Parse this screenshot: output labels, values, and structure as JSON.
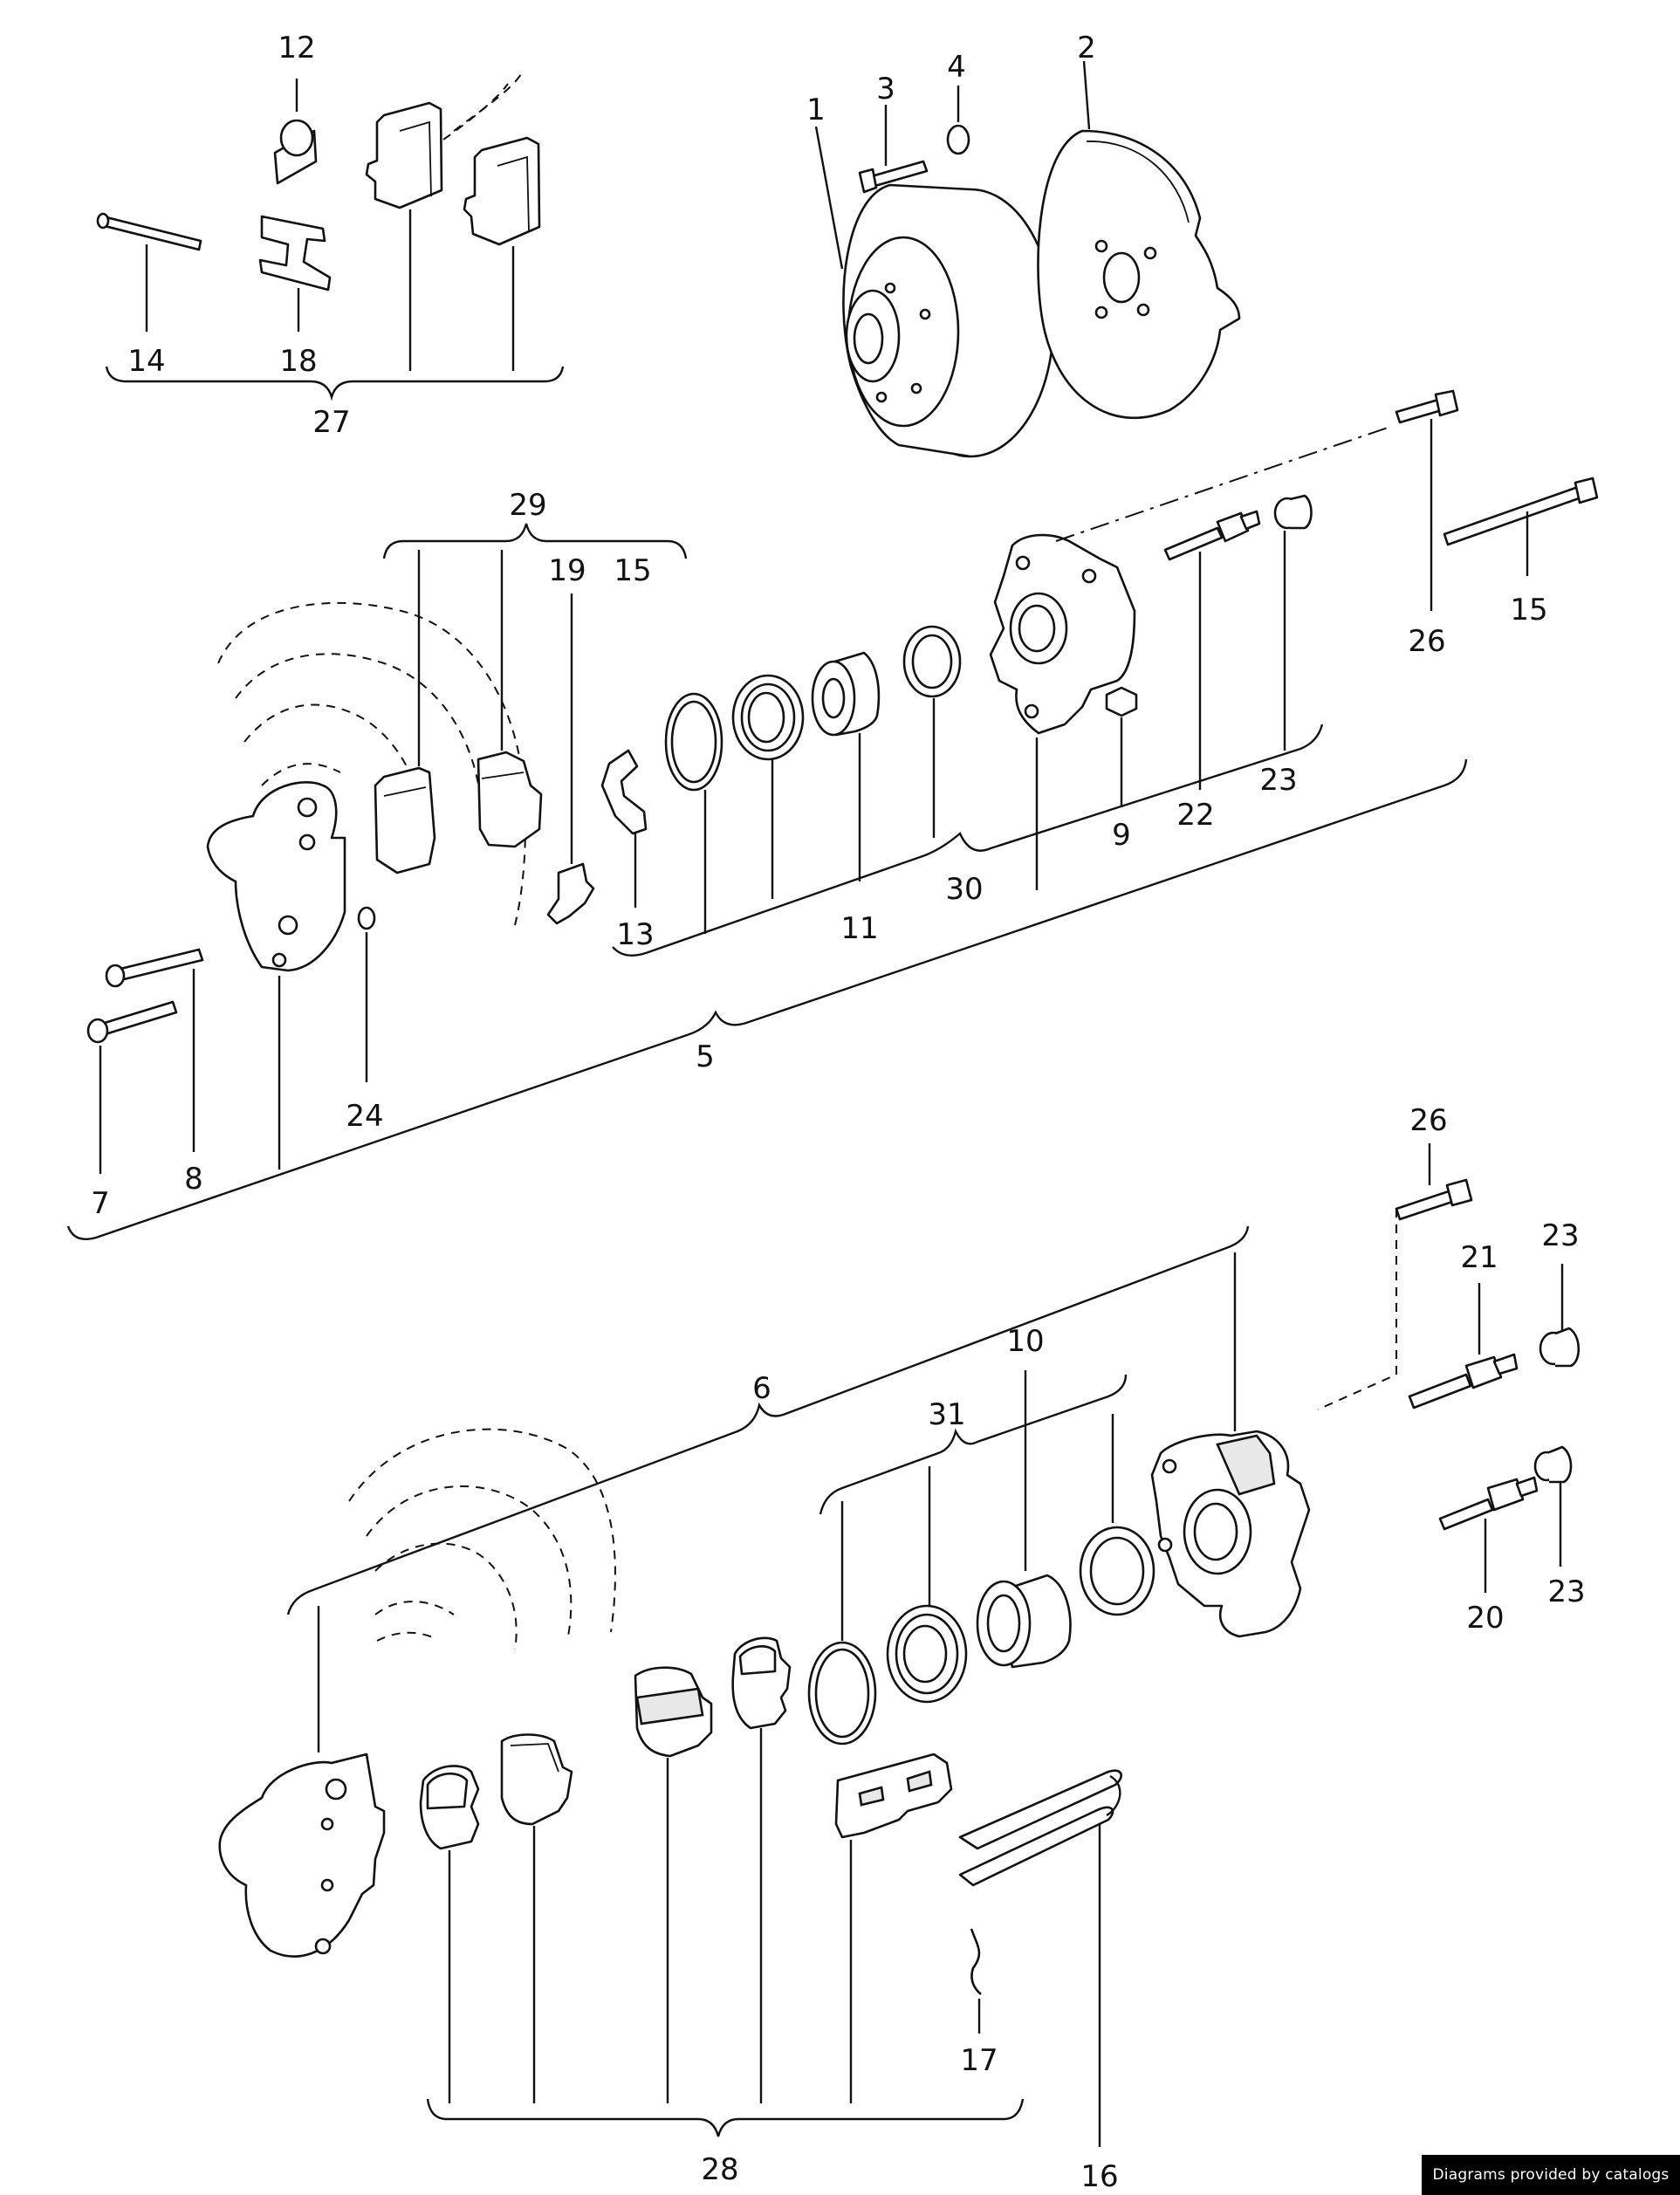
{
  "callouts": [
    "1",
    "2",
    "3",
    "4",
    "5",
    "6",
    "7",
    "8",
    "9",
    "10",
    "11",
    "12",
    "13",
    "14",
    "15",
    "15",
    "16",
    "17",
    "18",
    "19",
    "20",
    "21",
    "22",
    "23",
    "23",
    "23",
    "24",
    "26",
    "26",
    "27",
    "28",
    "29",
    "30",
    "31"
  ],
  "watermark": "Diagrams provided by catalogs parts"
}
